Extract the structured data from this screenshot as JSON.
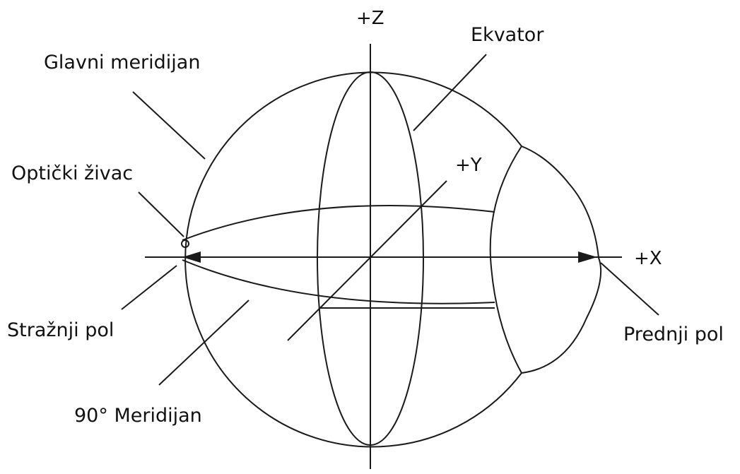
{
  "labels": {
    "z_axis": "+Z",
    "y_axis": "+Y",
    "x_axis": "+X",
    "equator": "Ekvator",
    "main_meridian": "Glavni meridijan",
    "optic_nerve": "Optički živac",
    "posterior_pole": "Stražnji pol",
    "anterior_pole": "Prednji pol",
    "meridian_90": "90° Meridijan"
  },
  "colors": {
    "line": "#1a1a1a",
    "background": "#ffffff"
  }
}
